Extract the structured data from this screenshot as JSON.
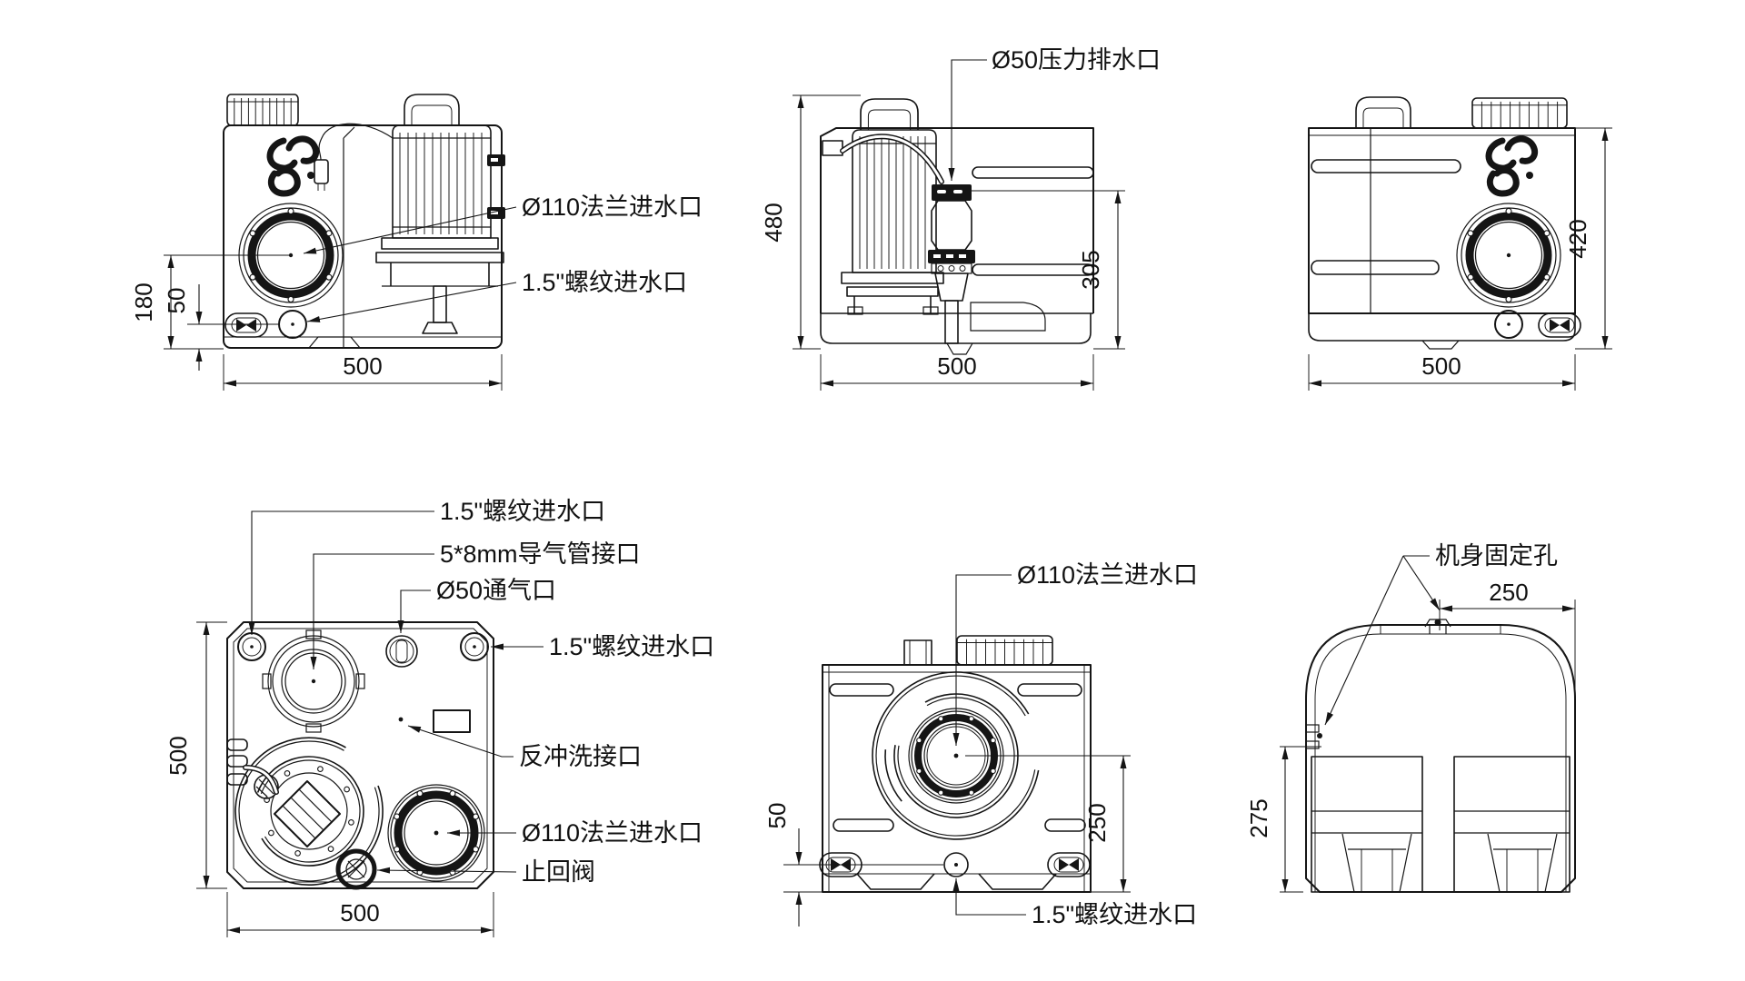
{
  "page": {
    "background": "#ffffff",
    "line_color": "#151515"
  },
  "views": {
    "v1": {
      "labels": {
        "flange_inlet": "Ø110法兰进水口",
        "threaded_inlet": "1.5\"螺纹进水口"
      },
      "dims": {
        "h_flange": "180",
        "h_inlet": "50",
        "width": "500"
      }
    },
    "v2": {
      "labels": {
        "discharge": "Ø50压力排水口"
      },
      "dims": {
        "height": "480",
        "h_valve": "305",
        "width": "500"
      }
    },
    "v3": {
      "dims": {
        "height": "420",
        "width": "500"
      }
    },
    "v4": {
      "labels": {
        "inlet_top_left": "1.5\"螺纹进水口",
        "air_duct": "5*8mm导气管接口",
        "vent": "Ø50通气口",
        "inlet_top_right": "1.5\"螺纹进水口",
        "backflush": "反冲洗接口",
        "flange_inlet": "Ø110法兰进水口",
        "check_valve": "止回阀"
      },
      "dims": {
        "depth": "500",
        "width": "500"
      }
    },
    "v5": {
      "labels": {
        "flange_inlet": "Ø110法兰进水口",
        "threaded_inlet": "1.5\"螺纹进水口"
      },
      "dims": {
        "h_inlet": "50",
        "h_flange": "250"
      }
    },
    "v6": {
      "labels": {
        "mounting_holes": "机身固定孔"
      },
      "dims": {
        "hole_offset": "250",
        "height": "275"
      }
    }
  }
}
